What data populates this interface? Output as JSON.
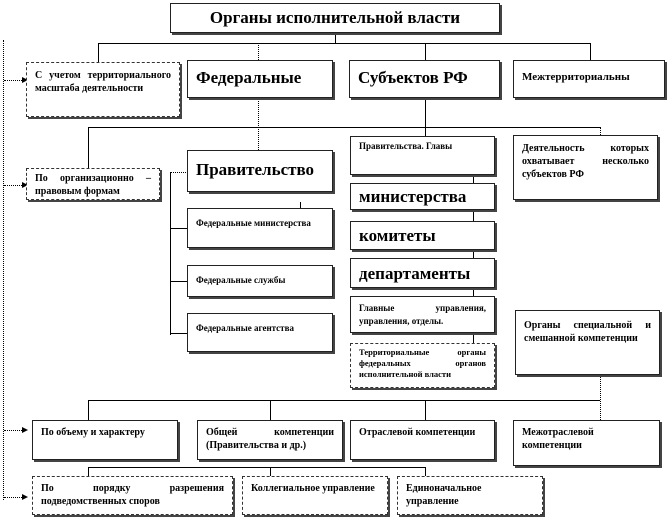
{
  "title": "Органы исполнительной власти",
  "row1": [
    "С учетом территориального масштаба деятельности",
    "Федеральные",
    "Субъектов РФ",
    "Межтерриториальны"
  ],
  "org_forms": "По организационно – правовым формам",
  "government": "Правительство",
  "federal": [
    "Федеральные министерства",
    "Федеральные службы",
    "Федеральные агентства"
  ],
  "subjects": [
    "Правительства. Главы",
    "министерства",
    "комитеты",
    "департаменты",
    "Главные управления, управления, отделы.",
    "Территориальные органы федеральных органов исполнительной власти"
  ],
  "interterritorial": "Деятельность которых охватывает несколько субъектов РФ",
  "special": "Органы специальной и смешанной компетенции",
  "row_competence": [
    "По объему и характеру",
    "Общей компетенции (Правительства и др.)",
    "Отраслевой компетенции",
    "Межотраслевой компетенции"
  ],
  "row_disputes": [
    "По порядку разрешения подведомственных споров",
    "Коллегиальное управление",
    "Единоначальное управление"
  ]
}
